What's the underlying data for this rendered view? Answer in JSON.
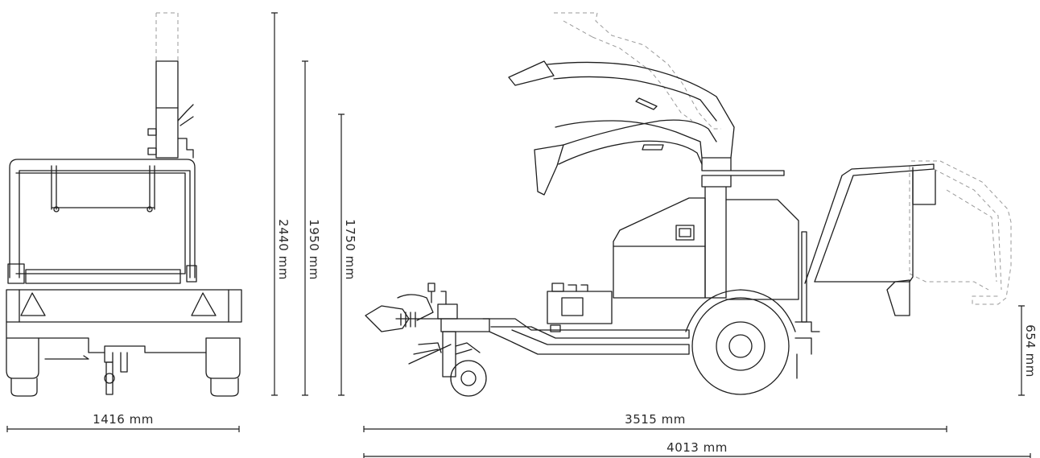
{
  "dimensions": {
    "front_width": "1416 mm",
    "length_short": "3515 mm",
    "length_total": "4013 mm",
    "height_max": "2440 mm",
    "height_transport": "1950 mm",
    "height_body": "1750 mm",
    "feed_height": "654 mm"
  }
}
